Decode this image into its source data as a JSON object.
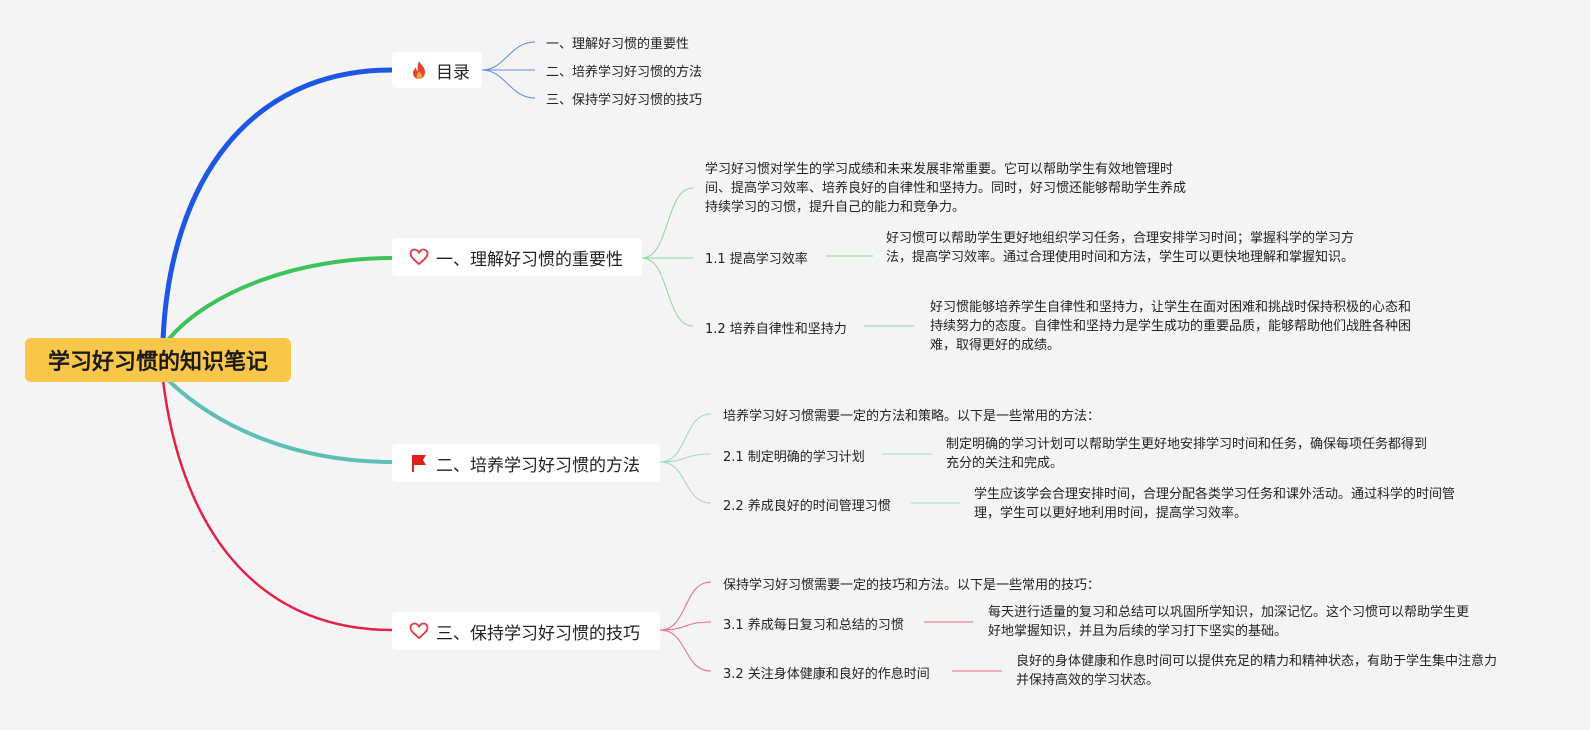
{
  "root": {
    "title": "学习好习惯的知识笔记"
  },
  "colors": {
    "root_bg": "#f8c74a",
    "toc": "#1e56e6",
    "sec1": "#3cc25a",
    "sec2": "#5ebfb3",
    "sec3": "#e32148",
    "toc_thin": "#5b8be0",
    "sec1_thin": "#8fd69b",
    "sec2_thin": "#9fd8d0",
    "sec3_thin": "#e96d86",
    "heart_red": "#e23744",
    "flag_red": "#e0201f",
    "fire_red": "#e8412c"
  },
  "toc": {
    "icon": "fire-icon",
    "label": "目录",
    "items": [
      "一、理解好习惯的重要性",
      "二、培养学习好习惯的方法",
      "三、保持学习好习惯的技巧"
    ]
  },
  "sec1": {
    "icon": "heart-icon",
    "label": "一、理解好习惯的重要性",
    "intro": "学习好习惯对学生的学习成绩和未来发展非常重要。它可以帮助学生有效地管理时间、提高学习效率、培养良好的自律性和坚持力。同时，好习惯还能够帮助学生养成持续学习的习惯，提升自己的能力和竞争力。",
    "sub1": {
      "label": "1.1 提高学习效率",
      "desc": "好习惯可以帮助学生更好地组织学习任务，合理安排学习时间；掌握科学的学习方法，提高学习效率。通过合理使用时间和方法，学生可以更快地理解和掌握知识。"
    },
    "sub2": {
      "label": "1.2 培养自律性和坚持力",
      "desc": "好习惯能够培养学生自律性和坚持力，让学生在面对困难和挑战时保持积极的心态和持续努力的态度。自律性和坚持力是学生成功的重要品质，能够帮助他们战胜各种困难，取得更好的成绩。"
    }
  },
  "sec2": {
    "icon": "flag-icon",
    "label": "二、培养学习好习惯的方法",
    "intro": "培养学习好习惯需要一定的方法和策略。以下是一些常用的方法：",
    "sub1": {
      "label": "2.1 制定明确的学习计划",
      "desc": "制定明确的学习计划可以帮助学生更好地安排学习时间和任务，确保每项任务都得到充分的关注和完成。"
    },
    "sub2": {
      "label": "2.2 养成良好的时间管理习惯",
      "desc": "学生应该学会合理安排时间，合理分配各类学习任务和课外活动。通过科学的时间管理，学生可以更好地利用时间，提高学习效率。"
    }
  },
  "sec3": {
    "icon": "heart-icon",
    "label": "三、保持学习好习惯的技巧",
    "intro": "保持学习好习惯需要一定的技巧和方法。以下是一些常用的技巧：",
    "sub1": {
      "label": "3.1 养成每日复习和总结的习惯",
      "desc": "每天进行适量的复习和总结可以巩固所学知识，加深记忆。这个习惯可以帮助学生更好地掌握知识，并且为后续的学习打下坚实的基础。"
    },
    "sub2": {
      "label": "3.2 关注身体健康和良好的作息时间",
      "desc": "良好的身体健康和作息时间可以提供充足的精力和精神状态，有助于学生集中注意力并保持高效的学习状态。"
    }
  }
}
